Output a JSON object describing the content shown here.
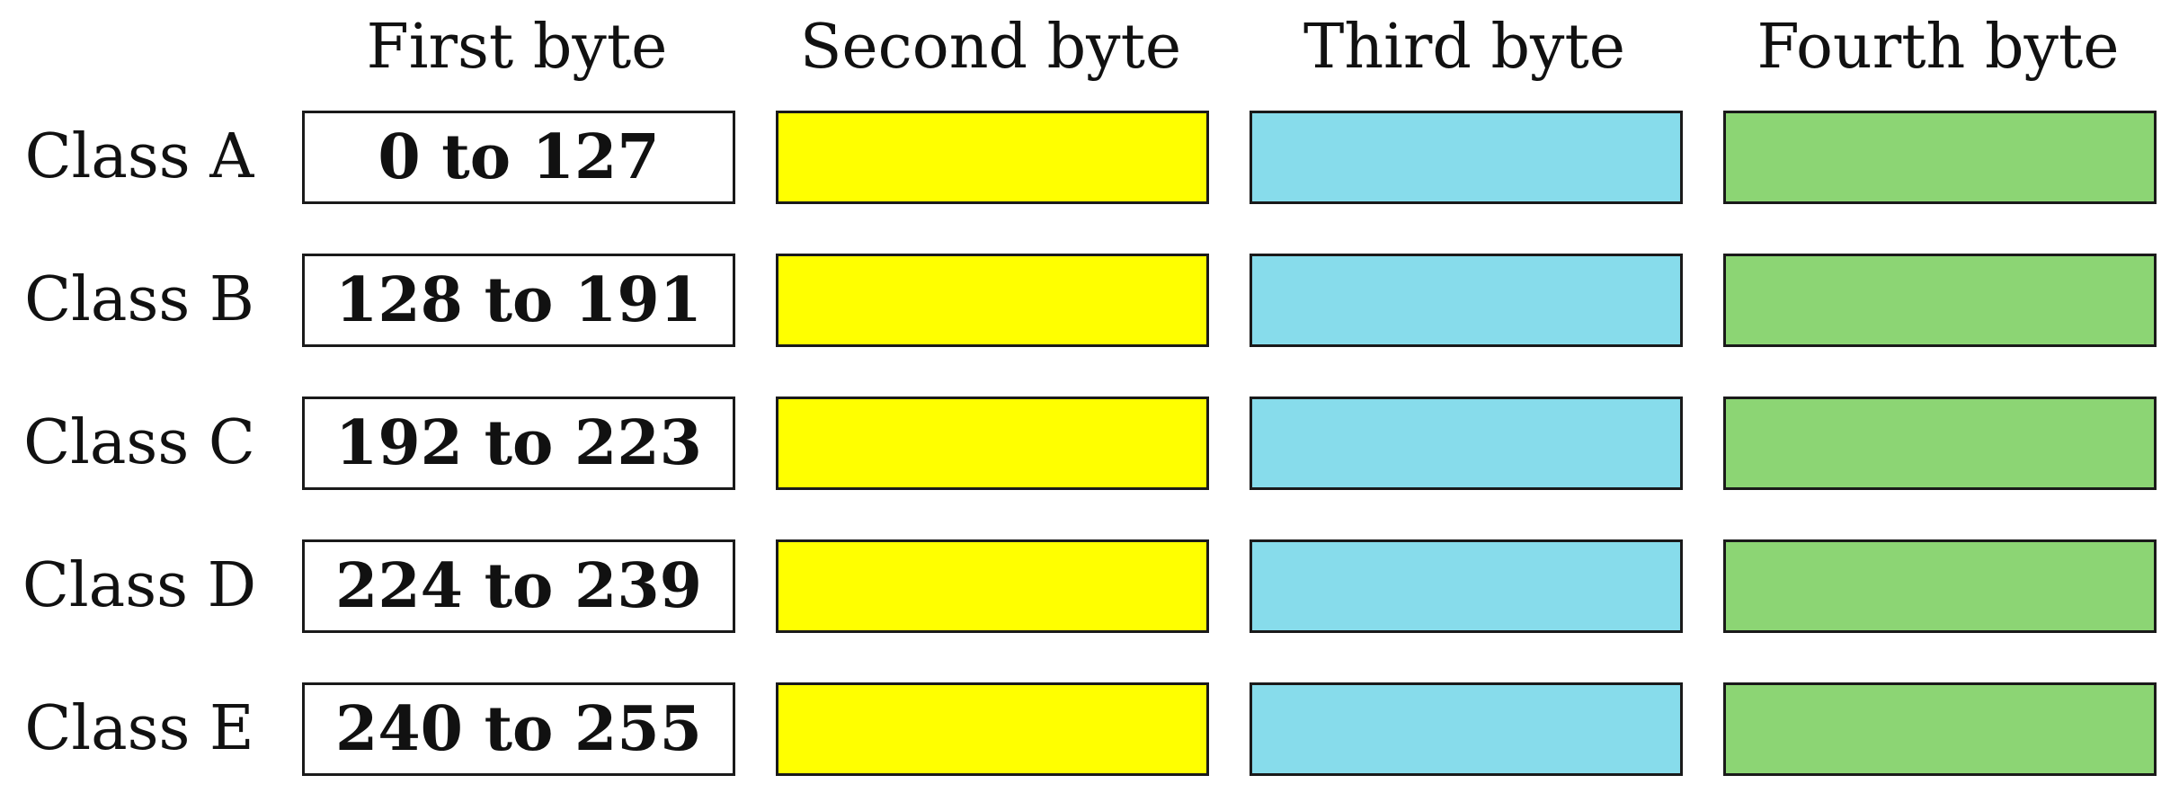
{
  "headers": [
    "First byte",
    "Second byte",
    "Third byte",
    "Fourth byte"
  ],
  "rows": [
    {
      "label": "Class A",
      "first_byte_range": "0 to 127"
    },
    {
      "label": "Class B",
      "first_byte_range": "128 to 191"
    },
    {
      "label": "Class C",
      "first_byte_range": "192 to 223"
    },
    {
      "label": "Class D",
      "first_byte_range": "224 to 239"
    },
    {
      "label": "Class E",
      "first_byte_range": "240 to 255"
    }
  ],
  "colors": {
    "second_byte": "#ffff00",
    "third_byte": "#87dceb",
    "fourth_byte": "#8cd574",
    "first_byte": "#ffffff",
    "border": "#1a1a1a"
  }
}
